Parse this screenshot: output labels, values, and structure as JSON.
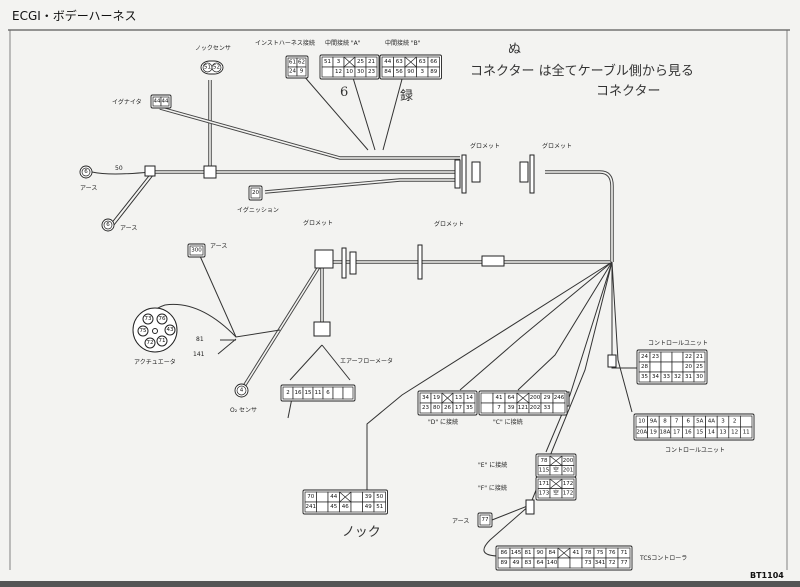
{
  "title": "ECGI・ボデーハーネス",
  "figure_id": "BT1104",
  "handwriting": {
    "note_line1": "コネクター は全てケーブル側から見る",
    "note_line2": "コネクター",
    "mark_top": "ぬ",
    "mark_6": "6",
    "mark_kanji": "録",
    "mark_knock": "ノック"
  },
  "labels": {
    "knock_sensor": "ノックセンサ",
    "inst_harness": "インストハーネス接続",
    "junction_a": "中間接続 \"A\"",
    "junction_b": "中間接続 \"B\"",
    "igniter": "イグナイタ",
    "earth": "アース",
    "wire_50": "50",
    "ignition": "イグニッション",
    "grommet": "グロメット",
    "actuator": "アクチュエータ",
    "o2_sensor": "O₂ センサ",
    "airflow_meter": "エアーフローメータ",
    "connect_d": "\"D\" に接続",
    "connect_c": "\"C\" に接続",
    "connect_e": "\"E\" に接続",
    "connect_f": "\"F\" に接続",
    "control_unit": "コントロールユニット",
    "tcs_controller": "TCSコントローラ",
    "pin_81": "81",
    "pin_141": "141"
  },
  "connectors": {
    "knock": [
      [
        "51",
        "52"
      ]
    ],
    "inst": [
      [
        "61",
        "62"
      ],
      [
        "24",
        "9"
      ]
    ],
    "a": [
      [
        "51",
        "3",
        "X",
        "25",
        "21"
      ],
      [
        "",
        "12",
        "10",
        "30",
        "23"
      ]
    ],
    "b": [
      [
        "44",
        "63",
        "X",
        "63",
        "66"
      ],
      [
        "84",
        "56",
        "90",
        "3",
        "89"
      ]
    ],
    "igniter": [
      [
        "44",
        "44"
      ]
    ],
    "earth1": [
      [
        "6"
      ]
    ],
    "earth2": [
      [
        "6"
      ]
    ],
    "ignition": [
      [
        "20"
      ]
    ],
    "earth300": [
      [
        "300"
      ]
    ],
    "o2": [
      [
        "4"
      ]
    ],
    "airflow": [
      [
        "2",
        "16",
        "15",
        "11",
        "6",
        "",
        ""
      ]
    ],
    "d": [
      [
        "34",
        "19",
        "X",
        "13",
        "14"
      ],
      [
        "23",
        "80",
        "26",
        "17",
        "35"
      ]
    ],
    "c": [
      [
        "",
        "41",
        "64",
        "X",
        "200",
        "29",
        "246"
      ],
      [
        "",
        "7",
        "39",
        "121",
        "202",
        "33",
        ""
      ]
    ],
    "e": [
      [
        "78",
        "X",
        "200"
      ],
      [
        "115",
        "空",
        "201"
      ]
    ],
    "f": [
      [
        "171",
        "X",
        "172"
      ],
      [
        "173",
        "空",
        "172"
      ]
    ],
    "earth77": [
      [
        "77"
      ]
    ],
    "tcs": [
      [
        "86",
        "145",
        "81",
        "90",
        "84",
        "X",
        "41",
        "78",
        "75",
        "76",
        "71"
      ],
      [
        "89",
        "49",
        "83",
        "64",
        "140",
        "",
        "",
        "73",
        "341",
        "72",
        "77"
      ]
    ],
    "cu1": [
      [
        "24",
        "23",
        "",
        "",
        "22",
        "21"
      ],
      [
        "28",
        "",
        "",
        "",
        "20",
        "25"
      ],
      [
        "35",
        "34",
        "33",
        "32",
        "31",
        "30"
      ]
    ],
    "cu2": [
      [
        "10",
        "9A",
        "8",
        "7",
        "6",
        "5A",
        "4A",
        "3",
        "2",
        ""
      ],
      [
        "20A",
        "19",
        "18A",
        "17",
        "16",
        "15",
        "14",
        "13",
        "12",
        "11"
      ]
    ],
    "knockbox": [
      [
        "70",
        "",
        "44",
        "X",
        "",
        "39",
        "50"
      ],
      [
        "241",
        "",
        "45",
        "46",
        "",
        "49",
        "51"
      ]
    ],
    "actuator": [
      [
        "76",
        "43",
        "71",
        "72",
        "75",
        "73"
      ]
    ]
  }
}
